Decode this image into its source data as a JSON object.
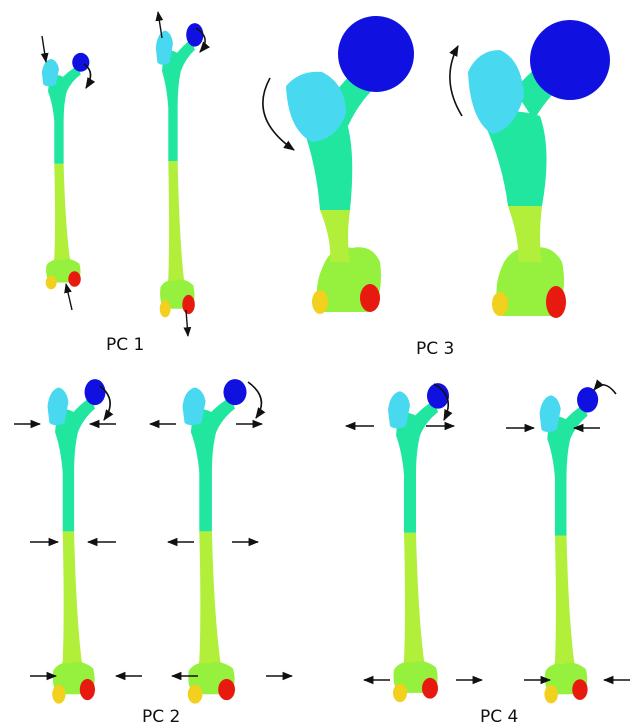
{
  "labels": {
    "pc1": "PC 1",
    "pc2": "PC 2",
    "pc3": "PC 3",
    "pc4": "PC 4"
  },
  "colors": {
    "femoral_head": "#1010e0",
    "greater_trochanter": "#48d8f0",
    "neck_proximal_shaft": "#20e6a0",
    "distal_shaft": "#b2ef3a",
    "distal_femur": "#96f03e",
    "lateral_condyle": "#e81a10",
    "medial_condyle": "#f2d01e",
    "arrow": "#111111"
  }
}
